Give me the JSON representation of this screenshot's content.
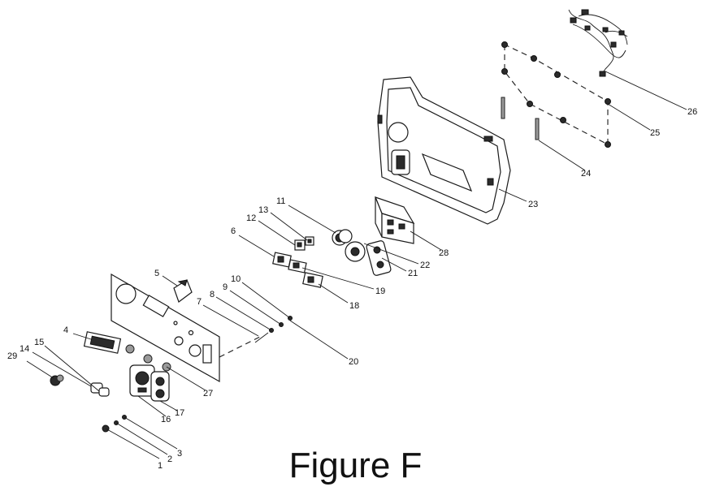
{
  "figure": {
    "caption": "Figure F"
  },
  "callouts": [
    {
      "id": "1",
      "text": "1"
    },
    {
      "id": "2",
      "text": "2"
    },
    {
      "id": "3",
      "text": "3"
    },
    {
      "id": "4",
      "text": "4"
    },
    {
      "id": "5",
      "text": "5"
    },
    {
      "id": "6",
      "text": "6"
    },
    {
      "id": "7",
      "text": "7"
    },
    {
      "id": "8",
      "text": "8"
    },
    {
      "id": "9",
      "text": "9"
    },
    {
      "id": "10",
      "text": "10"
    },
    {
      "id": "11",
      "text": "11"
    },
    {
      "id": "12",
      "text": "12"
    },
    {
      "id": "13",
      "text": "13"
    },
    {
      "id": "14",
      "text": "14"
    },
    {
      "id": "15",
      "text": "15"
    },
    {
      "id": "16",
      "text": "16"
    },
    {
      "id": "17",
      "text": "17"
    },
    {
      "id": "18",
      "text": "18"
    },
    {
      "id": "19",
      "text": "19"
    },
    {
      "id": "20",
      "text": "20"
    },
    {
      "id": "21",
      "text": "21"
    },
    {
      "id": "22",
      "text": "22"
    },
    {
      "id": "23",
      "text": "23"
    },
    {
      "id": "24",
      "text": "24"
    },
    {
      "id": "25",
      "text": "25"
    },
    {
      "id": "26",
      "text": "26"
    },
    {
      "id": "27",
      "text": "27"
    },
    {
      "id": "28",
      "text": "28"
    },
    {
      "id": "29",
      "text": "29"
    }
  ]
}
